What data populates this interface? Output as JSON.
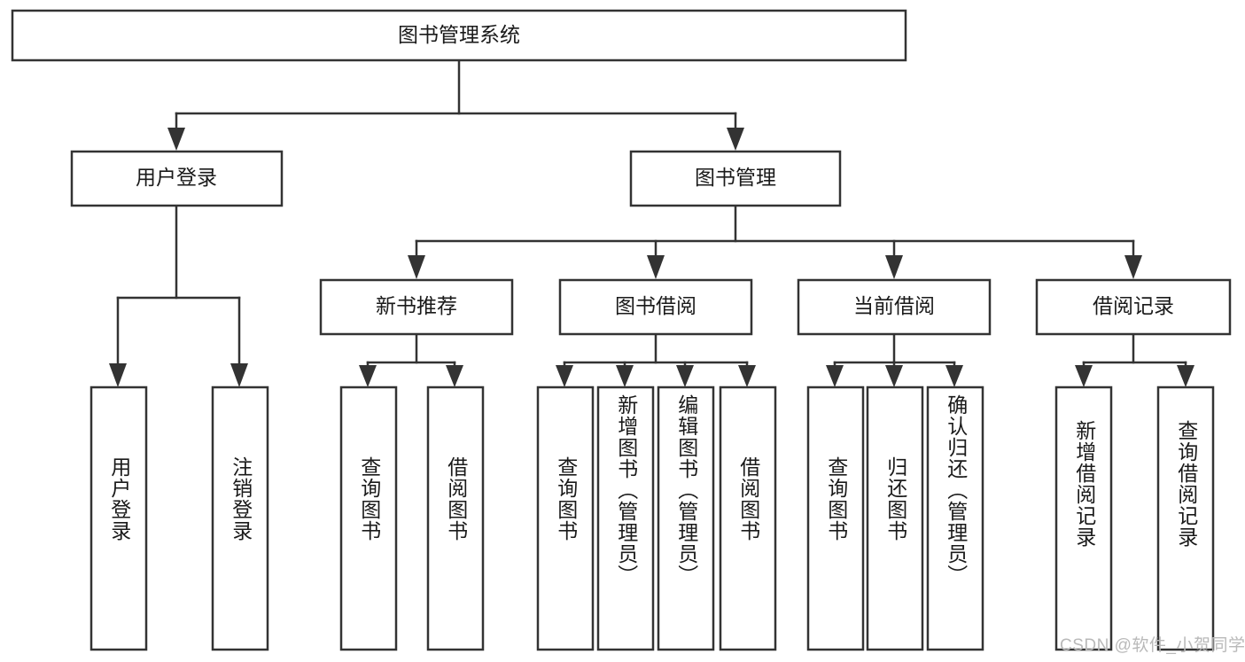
{
  "diagram": {
    "title_node": {
      "label": "图书管理系统"
    },
    "level2": [
      {
        "label": "用户登录"
      },
      {
        "label": "图书管理"
      }
    ],
    "level3": [
      {
        "label": "新书推荐"
      },
      {
        "label": "图书借阅"
      },
      {
        "label": "当前借阅"
      },
      {
        "label": "借阅记录"
      }
    ],
    "leaves": [
      {
        "label": "用户登录"
      },
      {
        "label": "注销登录"
      },
      {
        "label": "查询图书"
      },
      {
        "label": "借阅图书"
      },
      {
        "label": "查询图书"
      },
      {
        "label": "新增图书（管理员）"
      },
      {
        "label": "编辑图书（管理员）"
      },
      {
        "label": "借阅图书"
      },
      {
        "label": "查询图书"
      },
      {
        "label": "归还图书"
      },
      {
        "label": "确认归还（管理员）"
      },
      {
        "label": "新增借阅记录"
      },
      {
        "label": "查询借阅记录"
      }
    ],
    "watermark": "CSDN @软件_小贺同学",
    "colors": {
      "stroke": "#333333",
      "fill": "#ffffff",
      "text": "#1a1a1a",
      "watermark": "#b9b9b9",
      "background": "#ffffff"
    }
  }
}
